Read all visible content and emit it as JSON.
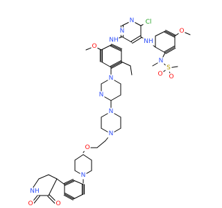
{
  "colors": {
    "bond": "#000000",
    "N": "#3050F8",
    "O": "#FF0D0D",
    "S": "#B29B00",
    "Cl": "#1FA01F",
    "C": "#000000"
  },
  "atom_labels": {
    "cl": "Cl",
    "n_pyr_top": "N",
    "n_pyr_left": "N",
    "nh_pyr_left": "NH",
    "nh_pyr_right": "NH",
    "o_ome_right": "O",
    "n_sulfonamide": "N",
    "s_sulfonyl": "S",
    "o_sulfonyl_left": "O",
    "o_sulfonyl_bottom": "O",
    "o_ome_left": "O",
    "n_pip_top": "N",
    "n_pip_lower_left": "N",
    "n_pz_top": "N",
    "n_pz_bottom": "N",
    "o_ether": "O",
    "n_pip_bottom": "N",
    "nh_imide": "NH",
    "o_imide_left": "O",
    "o_imide_right": "O"
  }
}
